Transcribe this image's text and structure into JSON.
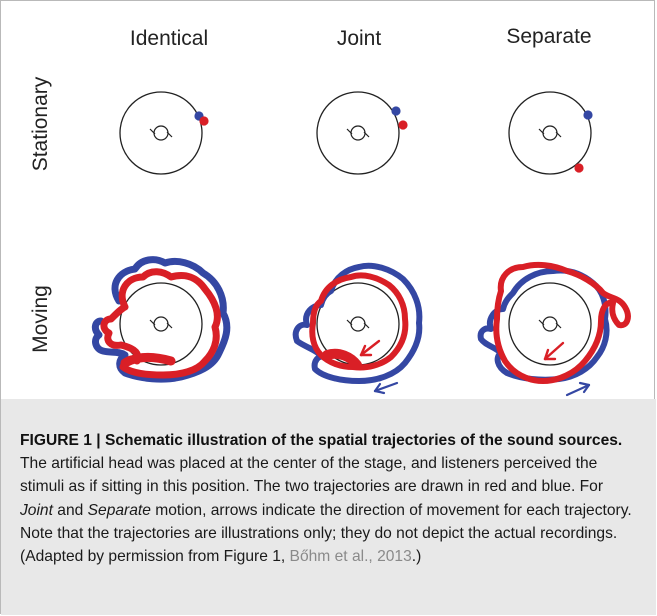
{
  "figure": {
    "column_headings": [
      "Identical",
      "Joint",
      "Separate"
    ],
    "row_headings": [
      "Stationary",
      "Moving"
    ],
    "colors": {
      "source_a": "#d91f26",
      "source_b": "#3447a3",
      "outline": "#222222"
    }
  },
  "caption": {
    "label": "FIGURE 1 | Schematic illustration of the spatial trajectories of the sound sources.",
    "text_1": " The artificial head was placed at the center of the stage, and listeners perceived the stimuli as if sitting in this position. The two trajectories are drawn in red and blue. For ",
    "emph_joint": "Joint",
    "text_2": " and ",
    "emph_separate": "Separate",
    "text_3": " motion, arrows indicate the direction of movement for each trajectory. Note that the trajectories are illustrations only; they do not depict the actual recordings. (Adapted by permission from Figure 1, ",
    "citation": "Bőhm et al., 2013",
    "text_4": ".)"
  }
}
